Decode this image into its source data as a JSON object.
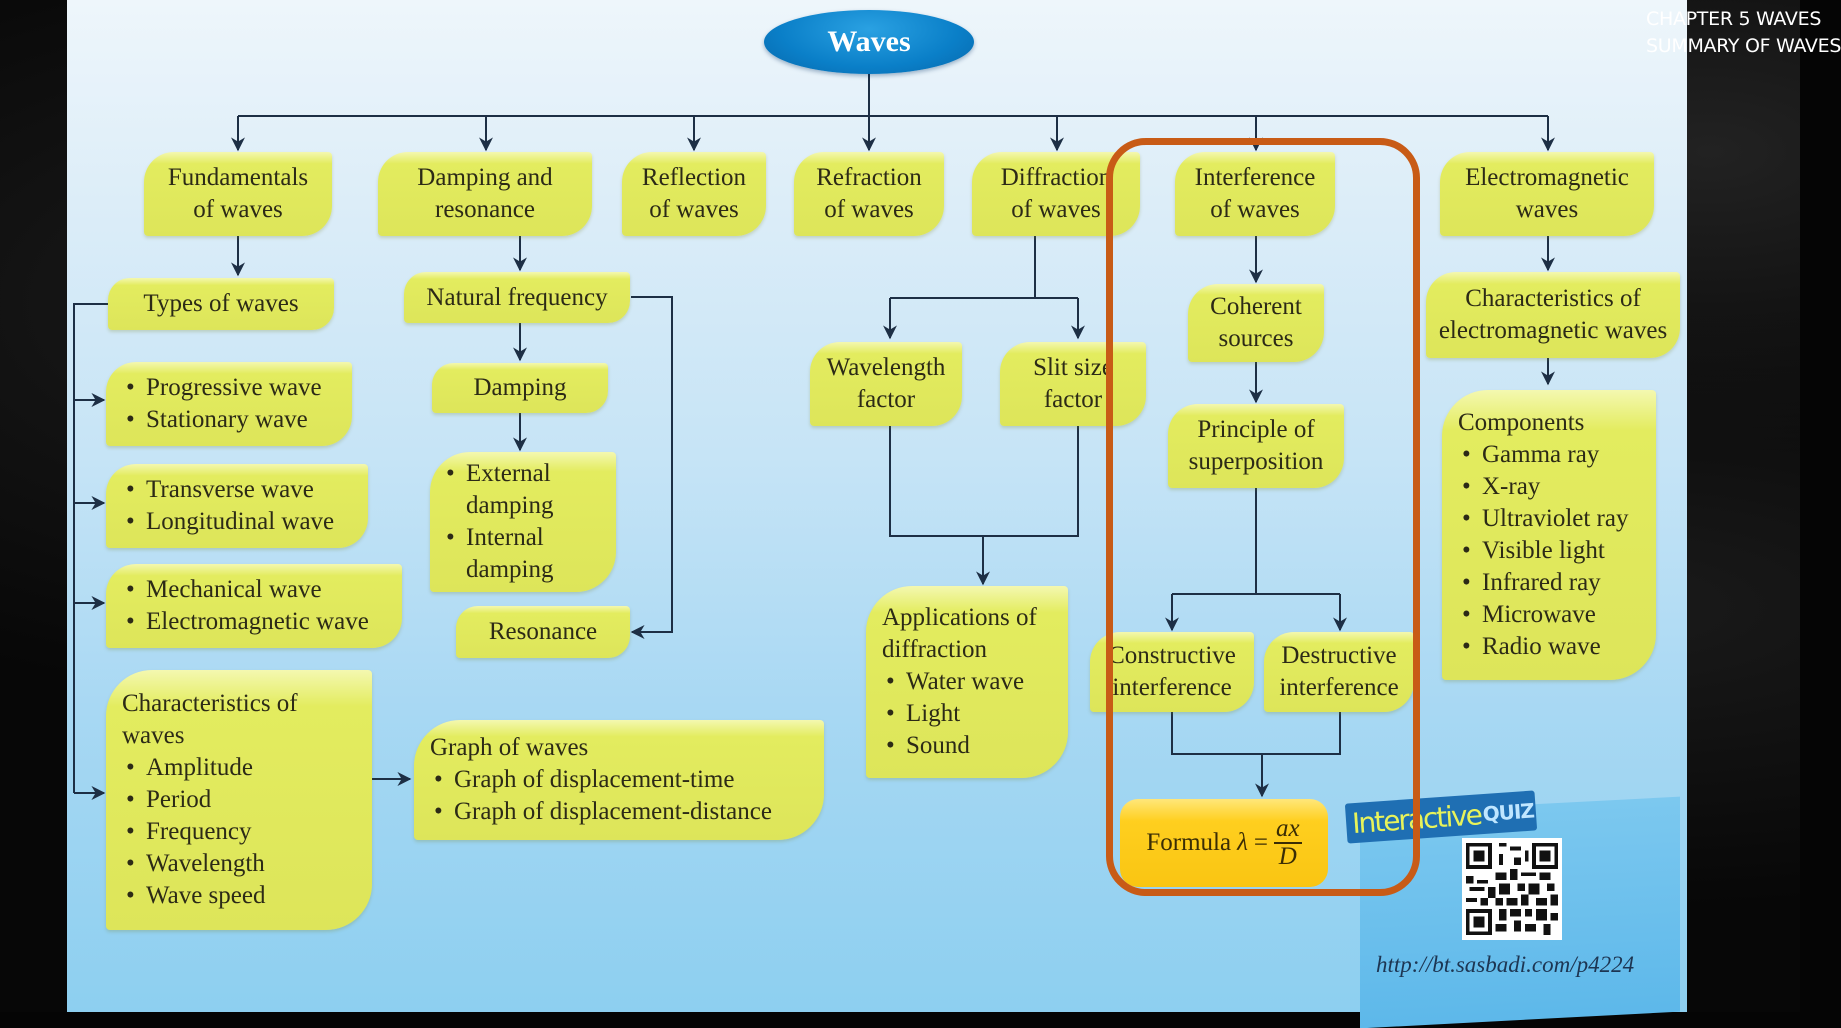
{
  "slide": {
    "title_line1": "CHAPTER 5 WAVES",
    "title_line2": "SUMMARY OF WAVES"
  },
  "concept_map": {
    "root": "Waves",
    "branches": {
      "fundamentals": "Fundamentals of waves",
      "damping": "Damping and resonance",
      "reflection": "Reflection of waves",
      "refraction": "Refraction of waves",
      "diffraction": "Diffraction of waves",
      "interference": "Interference of waves",
      "electromagnetic": "Electromagnetic waves"
    },
    "fundamentals": {
      "types": "Types of waves",
      "group1": [
        "Progressive wave",
        "Stationary wave"
      ],
      "group2": [
        "Transverse wave",
        "Longitudinal wave"
      ],
      "group3": [
        "Mechanical wave",
        "Electromagnetic wave"
      ],
      "characteristics_title": "Characteristics of waves",
      "characteristics": [
        "Amplitude",
        "Period",
        "Frequency",
        "Wavelength",
        "Wave speed"
      ],
      "graph_title": "Graph of waves",
      "graphs": [
        "Graph of displacement-time",
        "Graph of displacement-distance"
      ]
    },
    "damping": {
      "natural_frequency": "Natural frequency",
      "damping": "Damping",
      "kinds": [
        "External damping",
        "Internal damping"
      ],
      "resonance": "Resonance"
    },
    "diffraction": {
      "wavelength_factor": "Wavelength factor",
      "slit_size_factor": "Slit size factor",
      "applications_title": "Applications of diffraction",
      "applications": [
        "Water wave",
        "Light",
        "Sound"
      ]
    },
    "interference": {
      "coherent": "Coherent sources",
      "superposition": "Principle of superposition",
      "constructive": "Constructive interference",
      "destructive": "Destructive interference",
      "formula_label": "Formula",
      "formula_lhs": "λ",
      "formula_eq": "=",
      "formula_num": "ax",
      "formula_den": "D"
    },
    "electromagnetic": {
      "characteristics": "Characteristics of electromagnetic waves",
      "components_title": "Components",
      "components": [
        "Gamma ray",
        "X-ray",
        "Ultraviolet ray",
        "Visible light",
        "Infrared ray",
        "Microwave",
        "Radio wave"
      ]
    }
  },
  "quiz": {
    "banner_word1": "Interactive",
    "banner_word2": "QUIZ",
    "url": "http://bt.sasbadi.com/p4224"
  },
  "colors": {
    "node_fill": "#dde55a",
    "root_fill": "#0a7fc8",
    "formula_fill": "#f9c512",
    "highlight_frame": "#c85b16",
    "connector": "#1d2f45"
  }
}
